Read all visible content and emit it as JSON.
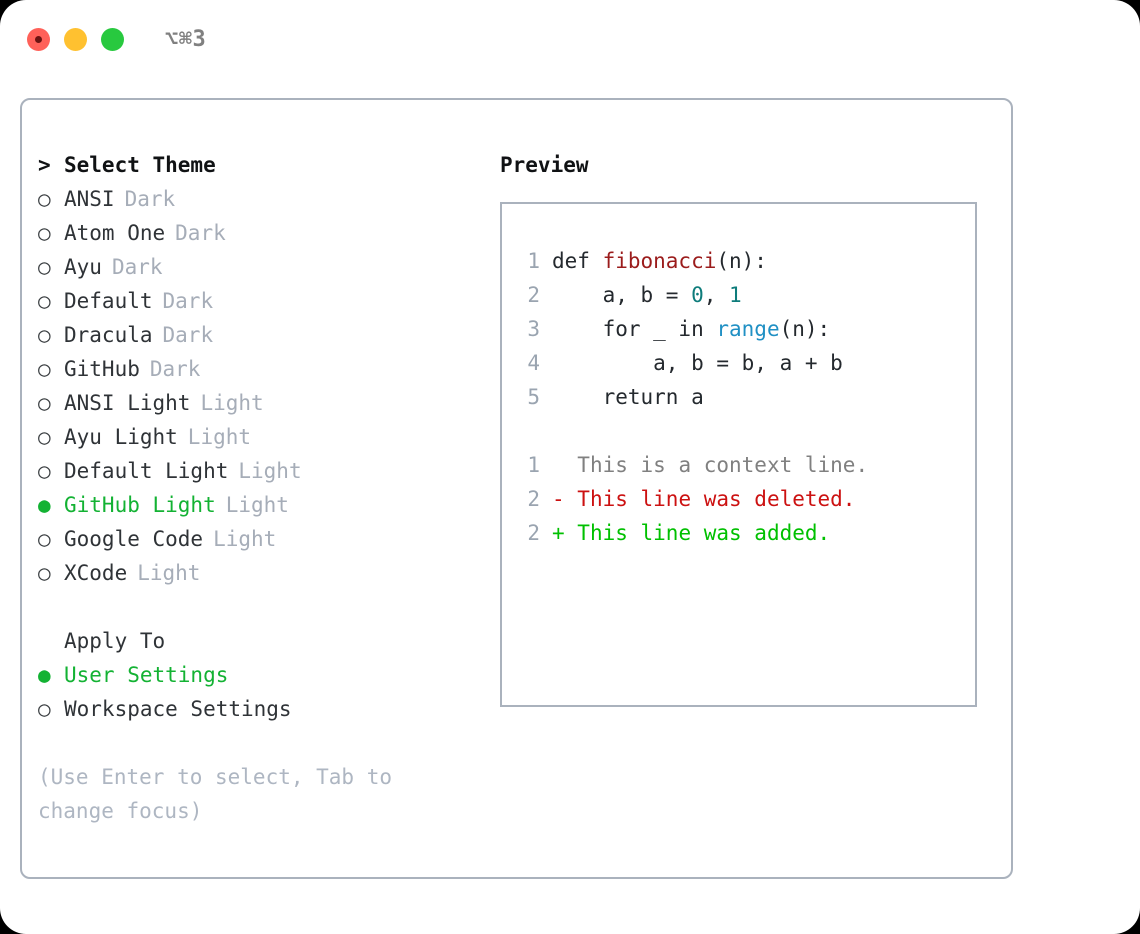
{
  "window": {
    "shortcut": "⌥⌘3",
    "traffic_lights": [
      "close",
      "minimize",
      "maximize"
    ],
    "colors": {
      "close": "#ff6159",
      "minimize": "#ffc130",
      "maximize": "#28c93f",
      "panel_border": "#aab2bd",
      "accent_green": "#13b233",
      "muted": "#a6adb8"
    }
  },
  "theme_list": {
    "heading": {
      "marker": ">",
      "label": "Select Theme"
    },
    "items": [
      {
        "marker": "○",
        "label": "ANSI",
        "tag": "Dark",
        "selected": false
      },
      {
        "marker": "○",
        "label": "Atom One",
        "tag": "Dark",
        "selected": false
      },
      {
        "marker": "○",
        "label": "Ayu",
        "tag": "Dark",
        "selected": false
      },
      {
        "marker": "○",
        "label": "Default",
        "tag": "Dark",
        "selected": false
      },
      {
        "marker": "○",
        "label": "Dracula",
        "tag": "Dark",
        "selected": false
      },
      {
        "marker": "○",
        "label": "GitHub",
        "tag": "Dark",
        "selected": false
      },
      {
        "marker": "○",
        "label": "ANSI Light",
        "tag": "Light",
        "selected": false
      },
      {
        "marker": "○",
        "label": "Ayu Light",
        "tag": "Light",
        "selected": false
      },
      {
        "marker": "○",
        "label": "Default Light",
        "tag": "Light",
        "selected": false
      },
      {
        "marker": "●",
        "label": "GitHub Light",
        "tag": "Light",
        "selected": true
      },
      {
        "marker": "○",
        "label": "Google Code",
        "tag": "Light",
        "selected": false
      },
      {
        "marker": "○",
        "label": "XCode",
        "tag": "Light",
        "selected": false
      }
    ]
  },
  "apply_to": {
    "heading": "Apply To",
    "items": [
      {
        "marker": "●",
        "label": "User Settings",
        "selected": true
      },
      {
        "marker": "○",
        "label": "Workspace Settings",
        "selected": false
      }
    ]
  },
  "hint": "(Use Enter to select, Tab to change focus)",
  "preview": {
    "title": "Preview",
    "code_lines": [
      {
        "no": "1",
        "tokens": [
          {
            "t": "def ",
            "c": "plain"
          },
          {
            "t": "fibonacci",
            "c": "fn"
          },
          {
            "t": "(n):",
            "c": "plain"
          }
        ]
      },
      {
        "no": "2",
        "tokens": [
          {
            "t": "    a, b = ",
            "c": "plain"
          },
          {
            "t": "0",
            "c": "num"
          },
          {
            "t": ", ",
            "c": "plain"
          },
          {
            "t": "1",
            "c": "num"
          }
        ]
      },
      {
        "no": "3",
        "tokens": [
          {
            "t": "    for _ in ",
            "c": "plain"
          },
          {
            "t": "range",
            "c": "builtin"
          },
          {
            "t": "(n):",
            "c": "plain"
          }
        ]
      },
      {
        "no": "4",
        "tokens": [
          {
            "t": "        a, b = b, a + b",
            "c": "plain"
          }
        ]
      },
      {
        "no": "5",
        "tokens": [
          {
            "t": "    return a",
            "c": "plain"
          }
        ]
      }
    ],
    "diff_lines": [
      {
        "no": "1",
        "sign": " ",
        "text": " This is a context line.",
        "kind": "context"
      },
      {
        "no": "2",
        "sign": "-",
        "text": " This line was deleted.",
        "kind": "del"
      },
      {
        "no": "2",
        "sign": "+",
        "text": " This line was added.",
        "kind": "add"
      }
    ]
  }
}
